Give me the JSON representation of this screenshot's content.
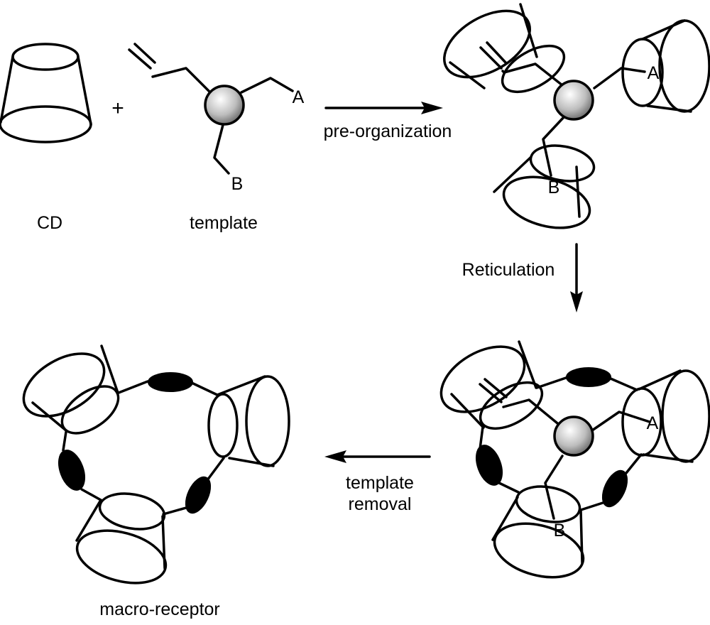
{
  "diagram": {
    "title": "Template-directed synthesis of a cyclodextrin macro-receptor",
    "labels": {
      "cd": "CD",
      "plus": "+",
      "template": "template",
      "macro_receptor": "macro-receptor",
      "atom_a": "A",
      "atom_b": "B"
    },
    "steps": [
      {
        "label": "pre-organization",
        "direction": "right"
      },
      {
        "label": "Reticulation",
        "direction": "down"
      },
      {
        "label_line1": "template",
        "label_line2": "removal",
        "direction": "left"
      }
    ]
  }
}
